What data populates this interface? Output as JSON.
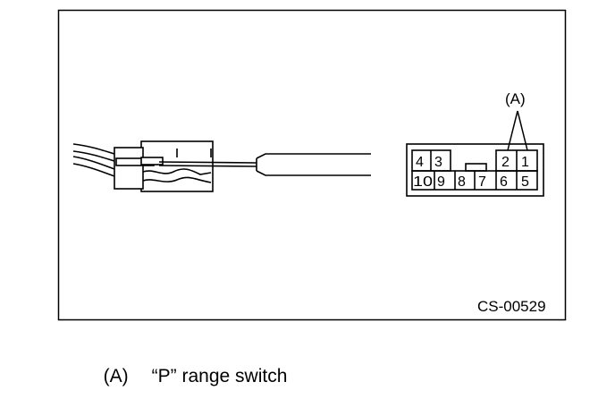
{
  "callout": "(A)",
  "figure_code": "CS-00529",
  "connector_pins": {
    "top_row": [
      "4",
      "3",
      "2",
      "1"
    ],
    "bottom_row": [
      "10",
      "9",
      "8",
      "7",
      "6",
      "5"
    ]
  },
  "caption": {
    "key": "(A)",
    "text": "“P” range switch"
  }
}
